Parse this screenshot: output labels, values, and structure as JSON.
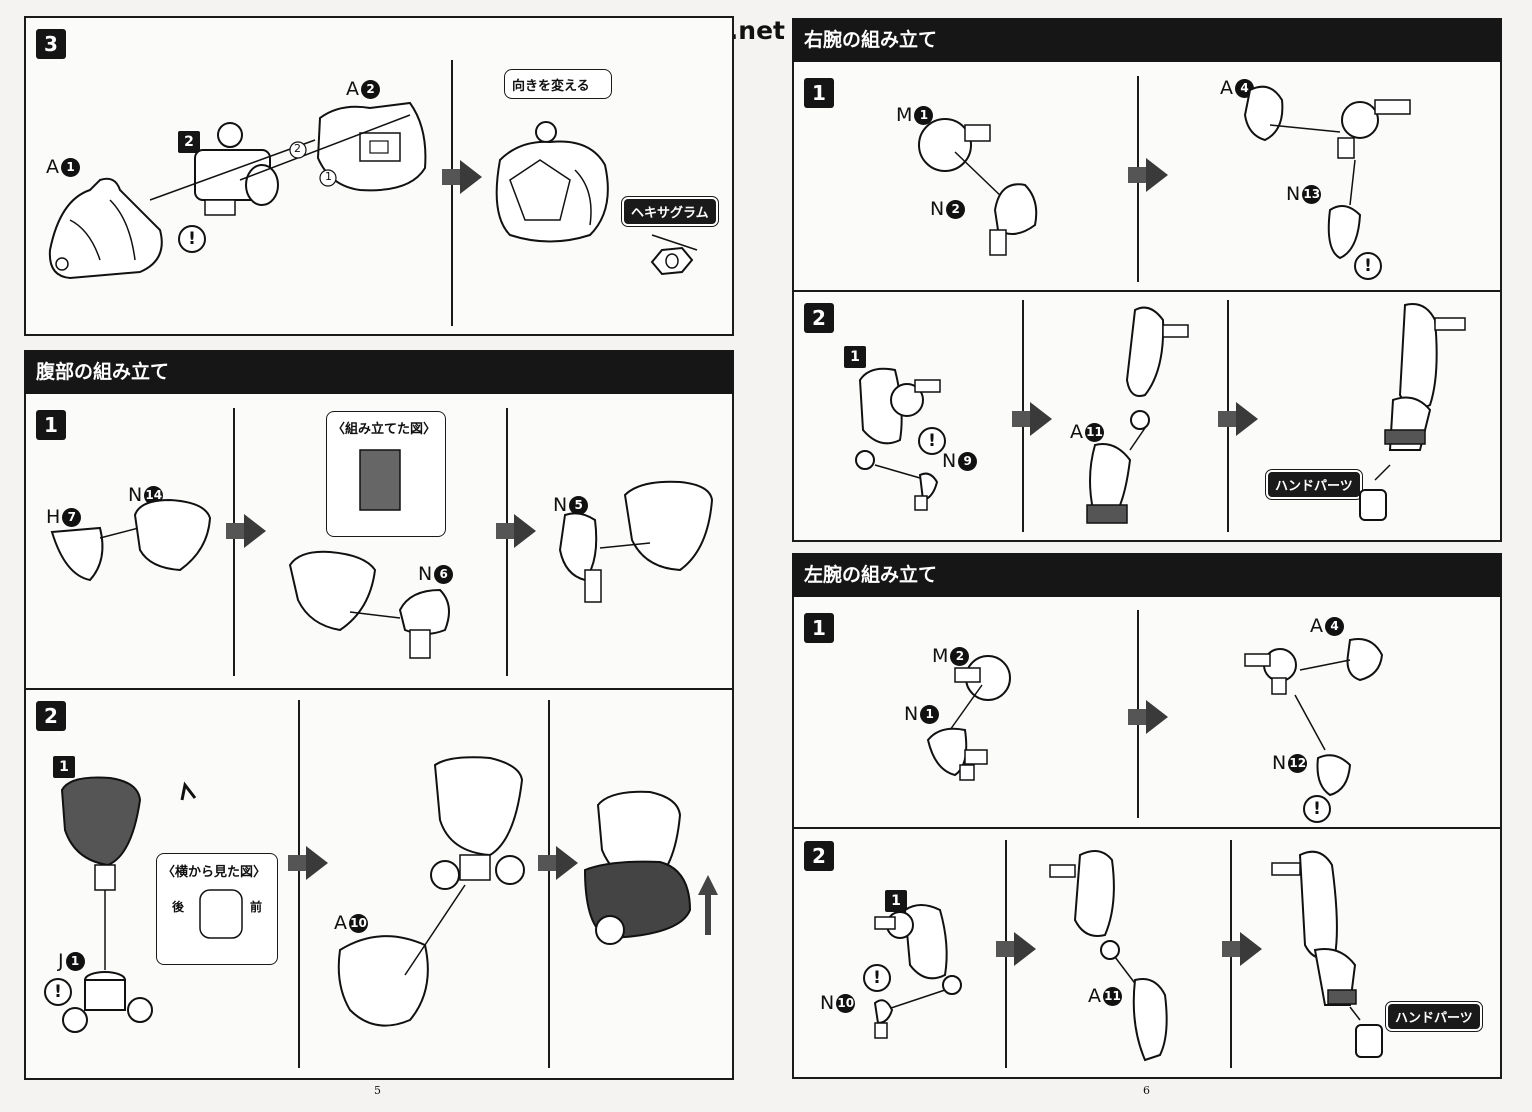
{
  "watermark": "Scanned by Dalong.net",
  "left_page": {
    "step3": {
      "num": "3",
      "sub_num": "2",
      "labels": {
        "a1": "A",
        "a1n": "1",
        "a2": "A",
        "a2n": "2",
        "c1": "1",
        "c2": "2"
      },
      "callout_turn": "向きを変える",
      "tag_hex": "ヘキサグラム",
      "warn": "!"
    },
    "abdomen": {
      "title": "腹部の組み立て",
      "step1": {
        "num": "1",
        "callout_title": "〈組み立てた図〉",
        "labels": {
          "h7": "H",
          "h7n": "7",
          "n14": "N",
          "n14n": "14",
          "n6": "N",
          "n6n": "6",
          "n5": "N",
          "n5n": "5"
        }
      },
      "step2": {
        "num": "2",
        "sub_num": "1",
        "callout_title": "〈横から見た図〉",
        "back": "後",
        "front": "前",
        "labels": {
          "j1": "J",
          "j1n": "1",
          "a10": "A",
          "a10n": "10"
        },
        "warn": "!"
      }
    },
    "page_number": "5"
  },
  "right_page": {
    "right_arm": {
      "title": "右腕の組み立て",
      "step1": {
        "num": "1",
        "labels": {
          "m1": "M",
          "m1n": "1",
          "n2": "N",
          "n2n": "2",
          "a4": "A",
          "a4n": "4",
          "n13": "N",
          "n13n": "13"
        },
        "warn": "!"
      },
      "step2": {
        "num": "2",
        "sub_num": "1",
        "labels": {
          "n9": "N",
          "n9n": "9",
          "a11": "A",
          "a11n": "11"
        },
        "tag_hand": "ハンドパーツ",
        "warn": "!"
      }
    },
    "left_arm": {
      "title": "左腕の組み立て",
      "step1": {
        "num": "1",
        "labels": {
          "m2": "M",
          "m2n": "2",
          "n1": "N",
          "n1n": "1",
          "a4": "A",
          "a4n": "4",
          "n12": "N",
          "n12n": "12"
        },
        "warn": "!"
      },
      "step2": {
        "num": "2",
        "sub_num": "1",
        "labels": {
          "n10": "N",
          "n10n": "10",
          "a11": "A",
          "a11n": "11"
        },
        "tag_hand": "ハンドパーツ",
        "warn": "!"
      }
    },
    "page_number": "6"
  }
}
